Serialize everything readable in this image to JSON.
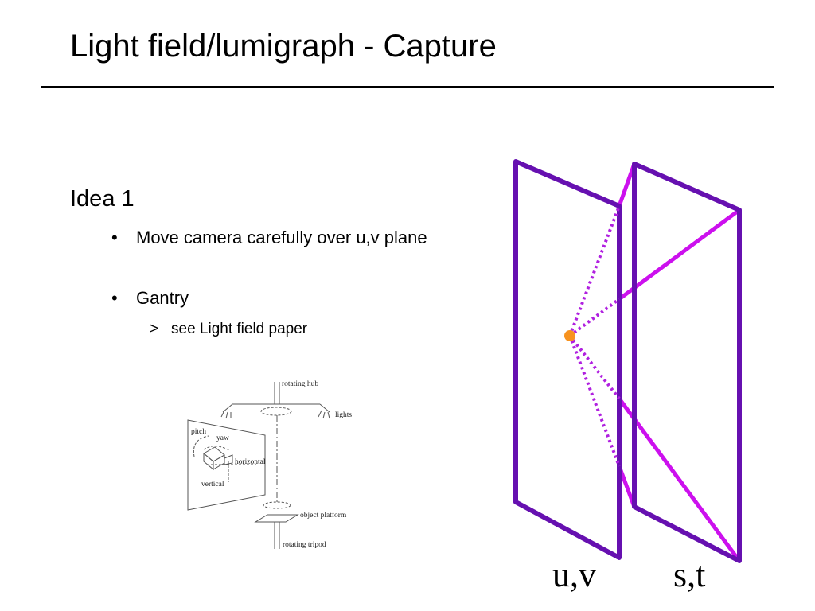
{
  "slide": {
    "title": "Light field/lumigraph - Capture",
    "heading": "Idea 1",
    "bullets": [
      {
        "marker": "•",
        "text": "Move camera carefully over u,v plane"
      },
      {
        "marker": "•",
        "text": "Gantry"
      }
    ],
    "sub_bullet": {
      "marker": ">",
      "text": "see Light field paper"
    }
  },
  "gantry_diagram": {
    "labels": {
      "rotating_hub": "rotating hub",
      "lights": "lights",
      "pitch": "pitch",
      "yaw": "yaw",
      "horizontal": "horizontal",
      "vertical": "vertical",
      "object_platform": "object platform",
      "rotating_tripod": "rotating tripod"
    }
  },
  "planes_diagram": {
    "uv_label": "u,v",
    "st_label": "s,t",
    "colors": {
      "plane_frame": "#6610b0",
      "ray": "#cc10ee",
      "dotted_ray": "#b020e0",
      "camera_point": "#f7921e"
    }
  }
}
